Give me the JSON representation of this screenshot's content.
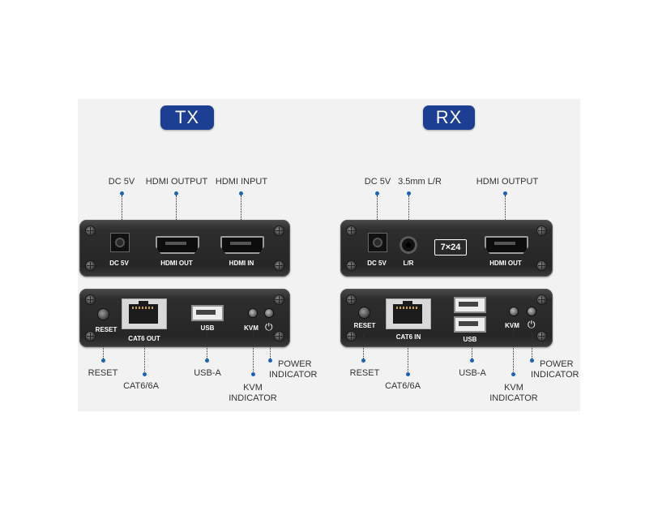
{
  "tx": {
    "badge": "TX",
    "top_labels": {
      "dc": "DC 5V",
      "hdmi_out": "HDMI OUTPUT",
      "hdmi_in": "HDMI INPUT"
    },
    "front_port_labels": {
      "dc": "DC 5V",
      "hdmi_out": "HDMI OUT",
      "hdmi_in": "HDMI IN"
    },
    "back_port_labels": {
      "reset": "RESET",
      "cat": "CAT6 OUT",
      "usb": "USB",
      "kvm": "KVM"
    },
    "bottom_labels": {
      "reset": "RESET",
      "cat": "CAT6/6A",
      "usb": "USB-A",
      "kvm_line1": "KVM",
      "kvm_line2": "INDICATOR",
      "power_line1": "POWER",
      "power_line2": "INDICATOR"
    }
  },
  "rx": {
    "badge": "RX",
    "top_labels": {
      "dc": "DC 5V",
      "audio": "3.5mm L/R",
      "hdmi_out": "HDMI OUTPUT"
    },
    "front_port_labels": {
      "dc": "DC 5V",
      "audio": "L/R",
      "resolution": "7×24",
      "hdmi_out": "HDMI OUT"
    },
    "back_port_labels": {
      "reset": "RESET",
      "cat": "CAT6 IN",
      "usb": "USB",
      "kvm": "KVM"
    },
    "bottom_labels": {
      "reset": "RESET",
      "cat": "CAT6/6A",
      "usb": "USB-A",
      "kvm_line1": "KVM",
      "kvm_line2": "INDICATOR",
      "power_line1": "POWER",
      "power_line2": "INDICATOR"
    }
  },
  "icons": {
    "led": "led-icon",
    "power": "power-icon"
  },
  "colors": {
    "badge": "#1c3f93",
    "dot": "#1a63b8",
    "device_body": "#2b2b2b",
    "panel_bg": "#f2f2f2"
  }
}
